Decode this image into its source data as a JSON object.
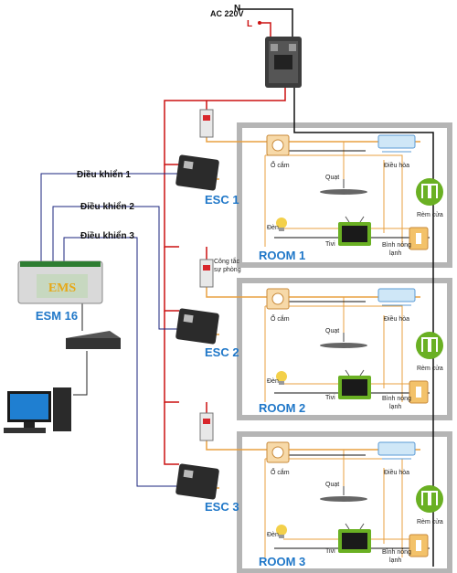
{
  "power": {
    "n_label": "N",
    "l_label": "L",
    "ac_label": "AC 220V"
  },
  "controls": [
    "Điều khiển 1",
    "Điều khiển 2",
    "Điều khiển 3"
  ],
  "controller": {
    "name": "ESM 16",
    "badge": "EMS"
  },
  "switch_label": "Công tắc\nsự phòng",
  "rooms": [
    {
      "name": "ROOM 1",
      "esc": "ESC 1"
    },
    {
      "name": "ROOM 2",
      "esc": "ESC 2"
    },
    {
      "name": "ROOM 3",
      "esc": "ESC 3"
    }
  ],
  "appliances": {
    "socket": "Ổ cắm",
    "ac": "Điều hòa",
    "fan": "Quạt",
    "curtain": "Rèm cửa",
    "light": "Đèn",
    "tv": "Tivi",
    "heater": "Bình nóng\nlạnh"
  },
  "colors": {
    "live": "#cc1111",
    "neutral": "#111111",
    "signal": "#1a237e",
    "feed": "#e8a040",
    "room_border": "#b5b5b5",
    "accent": "#1f77c8"
  }
}
